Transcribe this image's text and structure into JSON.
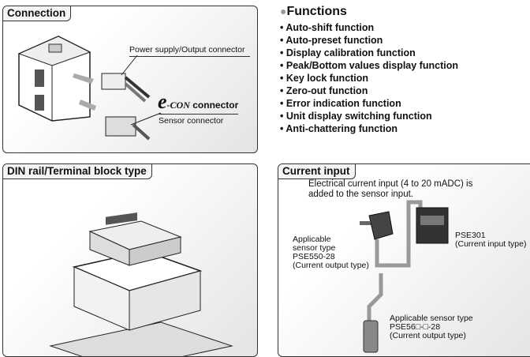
{
  "connection": {
    "title": "Connection",
    "power_label": "Power supply/Output connector",
    "econ_logo": "e",
    "econ_brand": "-CON",
    "econ_label": "connector",
    "sensor_label": "Sensor connector"
  },
  "functions": {
    "title": "Functions",
    "bullet": "•",
    "items": [
      "Auto-shift function",
      "Auto-preset function",
      "Display calibration function",
      "Peak/Bottom values display function",
      "Key lock function",
      "Zero-out function",
      "Error indication function",
      "Unit display switching function",
      "Anti-chattering function"
    ]
  },
  "din": {
    "title": "DIN rail/Terminal block type"
  },
  "current": {
    "title": "Current input",
    "desc_line1": "Electrical current input (4 to 20 mADC) is",
    "desc_line2": "added to the sensor input.",
    "sensor1": [
      "Applicable",
      "sensor type",
      "PSE550-28",
      "(Current output type)"
    ],
    "device": [
      "PSE301",
      "(Current input type)"
    ],
    "sensor2": [
      "Applicable sensor type",
      "PSE56□-□-28",
      "(Current output type)"
    ]
  }
}
